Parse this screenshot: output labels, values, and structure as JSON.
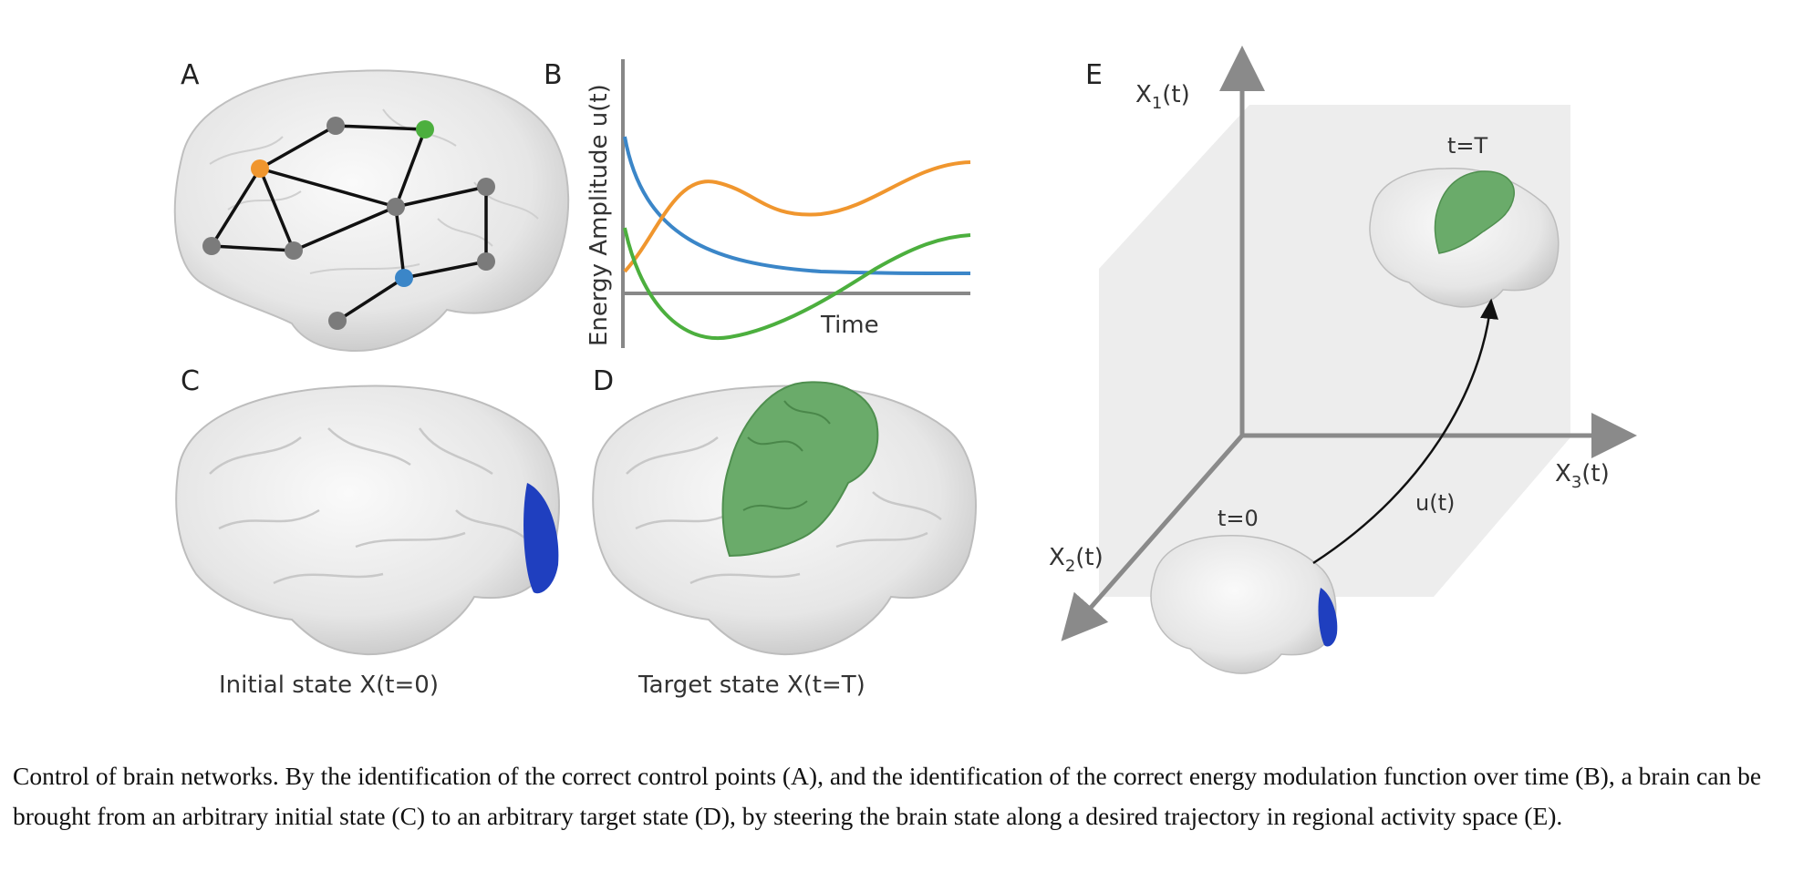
{
  "panels": {
    "a": {
      "letter": "A"
    },
    "b": {
      "letter": "B",
      "ylabel": "Energy Amplitude u(t)",
      "xlabel": "Time"
    },
    "c": {
      "letter": "C",
      "label": "Initial state X(t=0)"
    },
    "d": {
      "letter": "D",
      "label": "Target state X(t=T)"
    },
    "e": {
      "letter": "E",
      "axis1": "X",
      "axis1_sub": "1",
      "axis1_tail": "(t)",
      "axis2": "X",
      "axis2_sub": "2",
      "axis2_tail": "(t)",
      "axis3": "X",
      "axis3_sub": "3",
      "axis3_tail": "(t)",
      "start_label": "t=0",
      "end_label": "t=T",
      "trajectory_label": "u(t)"
    }
  },
  "colors": {
    "orange": "#f0962e",
    "blue": "#3b86c8",
    "green": "#4caf3e",
    "node_gray": "#7b7b7b",
    "target_green": "#6aab6a",
    "initial_blue": "#1f3fbf"
  },
  "caption": "Control of brain networks. By the identification of the correct control points (A), and the identification of the correct energy modulation function over time (B), a brain can be brought from an arbitrary initial state (C) to an arbitrary target state (D), by steering the brain state along a desired trajectory in regional activity space (E)."
}
